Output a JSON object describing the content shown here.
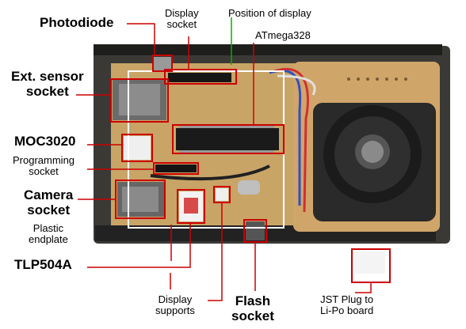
{
  "labels": {
    "photodiode": "Photodiode",
    "display_socket": "Display\nsocket",
    "position_of_display": "Position of display",
    "atmega": "ATmega328",
    "ext_sensor": "Ext. sensor\nsocket",
    "moc": "MOC3020",
    "programming": "Programming\nsocket",
    "camera": "Camera\nsocket",
    "plastic": "Plastic\nendplate",
    "tlp": "TLP504A",
    "display_supports": "Display\nsupports",
    "flash": "Flash\nsocket",
    "jst": "JST Plug to\nLi-Po board"
  },
  "colors": {
    "pointer": "#cc0000",
    "display_pointer": "#00b000",
    "pcb": "#caa46a",
    "case": "#3b3a38",
    "display_outline": "#ffffff"
  }
}
